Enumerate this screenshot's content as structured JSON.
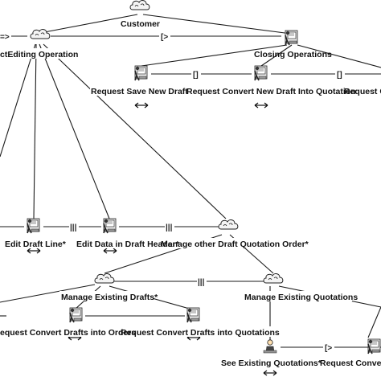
{
  "nodes": {
    "customer": {
      "label": "Customer",
      "icon": "cloud-icon"
    },
    "editing": {
      "label": "ctEditing Operation",
      "icon": "cloud-icon"
    },
    "closing": {
      "label": "Closing Operations",
      "icon": "application-task-icon"
    },
    "save_draft": {
      "label": "Request Save New Draft",
      "icon": "user-task-icon"
    },
    "convert_quotation": {
      "label": "Request Convert New Draft Into Quotation",
      "icon": "user-task-icon"
    },
    "request_right": {
      "label": "Request C",
      "icon": "user-task-icon"
    },
    "edit_line": {
      "label": "Edit Draft Line*",
      "icon": "user-task-icon"
    },
    "edit_header": {
      "label": "Edit Data in Draft Header*",
      "icon": "user-task-icon"
    },
    "manage_other": {
      "label": "Manage other Draft Quotation Order*",
      "icon": "cloud-icon"
    },
    "manage_drafts": {
      "label": "Manage Existing Drafts*",
      "icon": "cloud-icon"
    },
    "manage_quotations": {
      "label": "Manage Existing Quotations",
      "icon": "cloud-icon"
    },
    "convert_orders": {
      "label": "equest Convert Drafts into Orders",
      "icon": "user-task-icon"
    },
    "convert_quotations": {
      "label": "Request Convert Drafts into Quotations",
      "icon": "user-task-icon"
    },
    "see_quotations": {
      "label": "See Existing Quotations*",
      "icon": "interaction-task-icon"
    },
    "request_convert_right": {
      "label": "Request Conve",
      "icon": "user-task-icon"
    }
  },
  "operators": {
    "enable_left": "=>",
    "disable": "[>",
    "choice_a": "[]",
    "choice_b": "[]",
    "interleave_a": "|||",
    "interleave_b": "|||",
    "interleave_c": "|||",
    "disable_bottom": "[>"
  },
  "arrow_icon": "double-arrow-icon"
}
